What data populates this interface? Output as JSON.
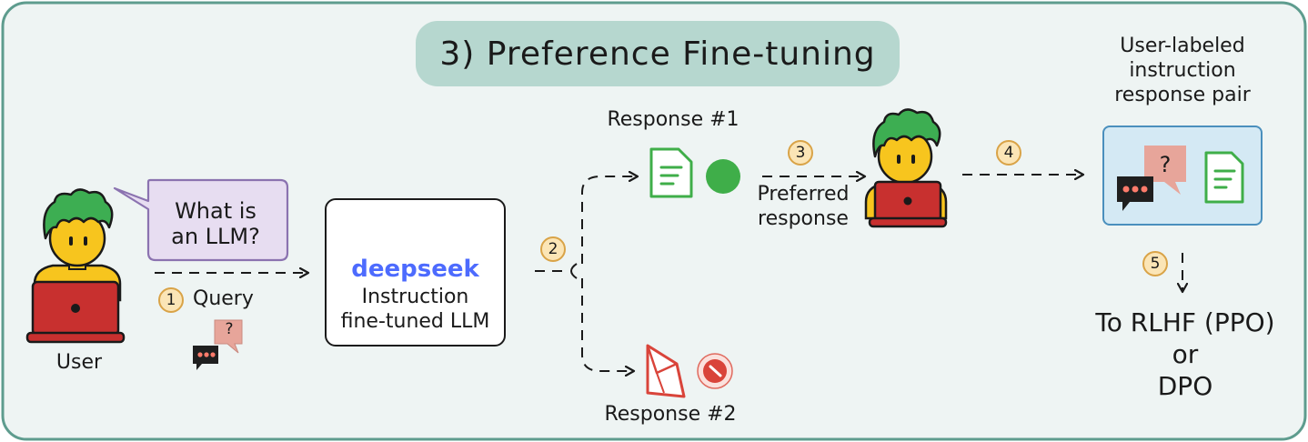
{
  "title": "3) Preference Fine-tuning",
  "user": {
    "label": "User"
  },
  "query_bubble": {
    "text": "What is\nan LLM?"
  },
  "steps": {
    "s1": {
      "number": "1",
      "label": "Query"
    },
    "s2": {
      "number": "2"
    },
    "s3": {
      "number": "3",
      "label": "Preferred\nresponse"
    },
    "s4": {
      "number": "4"
    },
    "s5": {
      "number": "5"
    }
  },
  "llm": {
    "brand": "deepseek",
    "label": "Instruction\nfine-tuned LLM"
  },
  "responses": {
    "r1": {
      "label": "Response #1"
    },
    "r2": {
      "label": "Response #2"
    }
  },
  "pair": {
    "label": "User-labeled\ninstruction\nresponse pair"
  },
  "destination": {
    "label": "To RLHF (PPO)\nor\nDPO"
  },
  "icons": [
    "user-icon",
    "laptop-icon",
    "speech-bubble-icon",
    "chat-question-icon",
    "whale-logo-icon",
    "document-icon",
    "crumpled-document-icon",
    "green-dot-icon",
    "red-reject-icon",
    "arrow-icon"
  ],
  "colors": {
    "background": "#eef4f3",
    "border": "#5e9c8e",
    "title_pill": "#b6d7cf",
    "accept": "#3fae49",
    "reject": "#d9443a",
    "badge_fill": "#fbe5b6",
    "badge_stroke": "#d9a347",
    "brand": "#4d6bfe",
    "pair_fill": "#d4e9f4",
    "pair_stroke": "#4a8fbd",
    "laptop": "#c8302f",
    "hair": "#3dae52",
    "face": "#f7c51e"
  }
}
